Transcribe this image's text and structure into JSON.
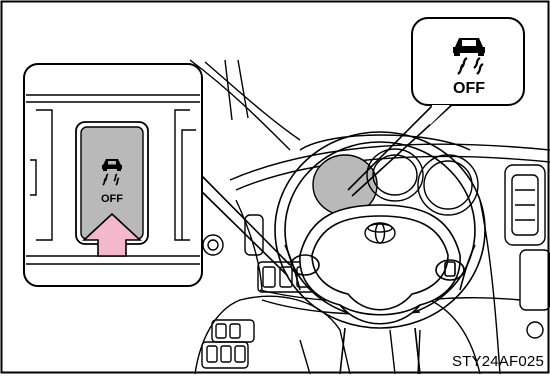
{
  "figure": {
    "code": "STY24AF025",
    "callout_label": "OFF",
    "switch_label": "OFF",
    "callout_icon": "vsc-off-icon",
    "switch_icon": "vsc-off-icon",
    "arrow_icon": "press-arrow-icon",
    "steering_logo": "toyota-logo",
    "colors": {
      "switch_face": "#b9b9b9",
      "arrow_fill": "#f4b8cc",
      "gauge_fill": "#b9b9b9",
      "line": "#000000",
      "background": "#ffffff"
    }
  }
}
